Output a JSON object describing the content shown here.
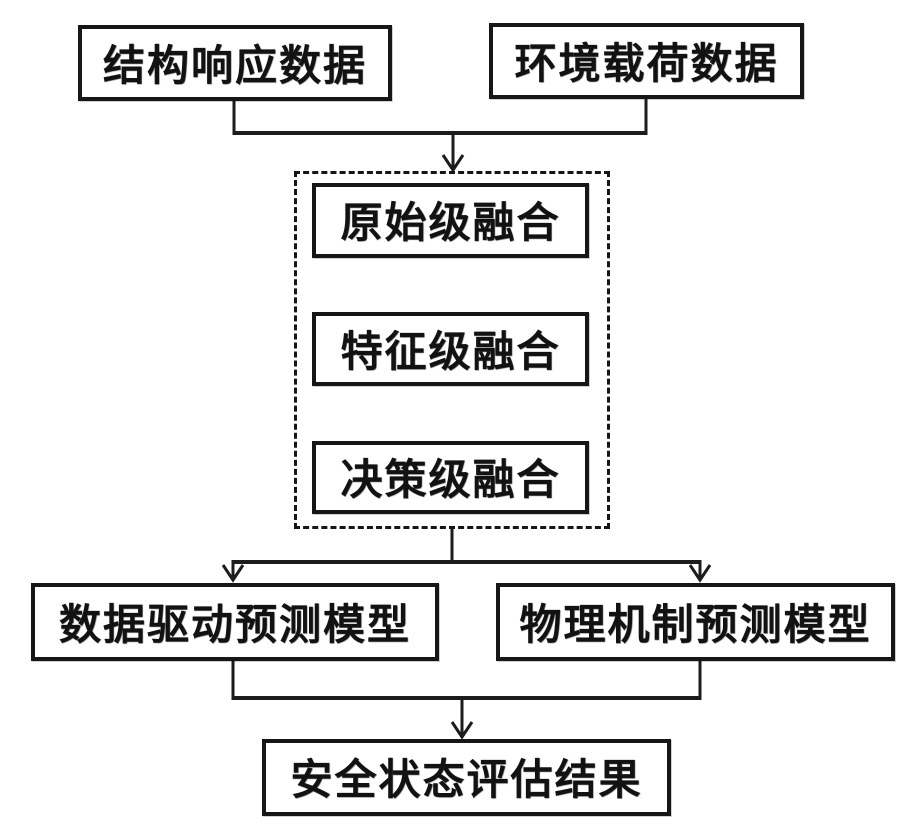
{
  "figure": {
    "type": "flowchart",
    "background_color": "#ffffff",
    "ink_color": "#161616",
    "nodes": {
      "structural_response": {
        "label": "结构响应数据"
      },
      "environmental_load": {
        "label": "环境载荷数据"
      },
      "raw_level_fusion": {
        "label": "原始级融合"
      },
      "feature_level_fusion": {
        "label": "特征级融合"
      },
      "decision_level_fusion": {
        "label": "决策级融合"
      },
      "data_driven_model": {
        "label": "数据驱动预测模型"
      },
      "physical_mechanism_model": {
        "label": "物理机制预测模型"
      },
      "safety_assessment_result": {
        "label": "安全状态评估结果"
      }
    }
  }
}
